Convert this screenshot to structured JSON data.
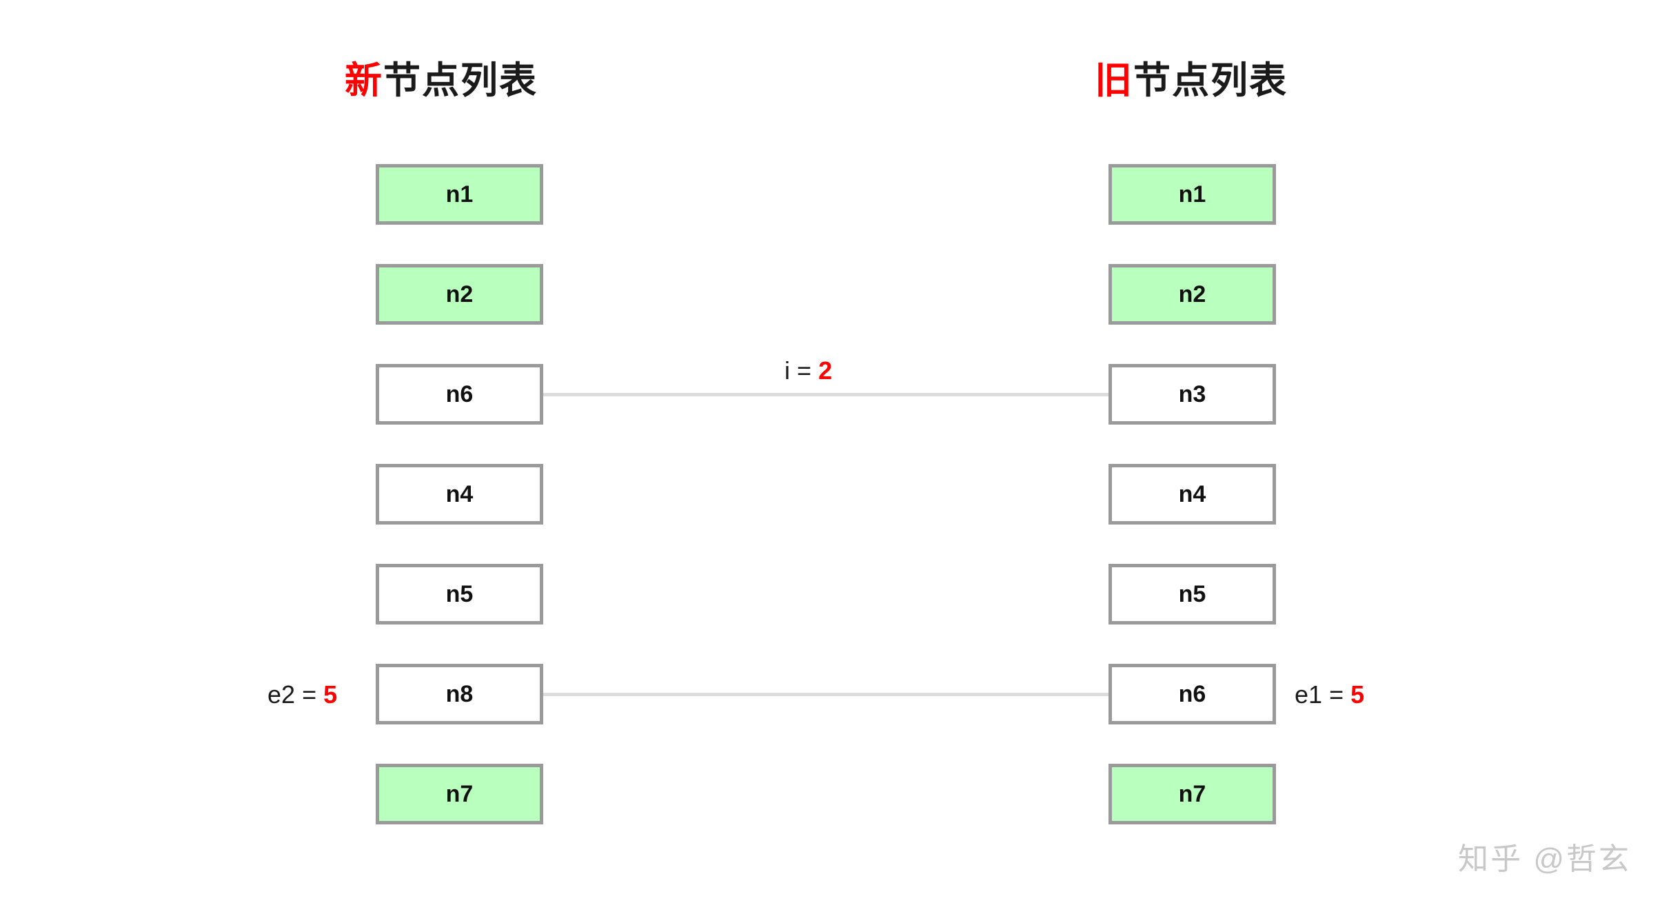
{
  "columns": {
    "new": {
      "title_highlight": "新",
      "title_rest": "节点列表",
      "nodes": [
        {
          "label": "n1",
          "state": "matched"
        },
        {
          "label": "n2",
          "state": "matched"
        },
        {
          "label": "n6",
          "state": "plain"
        },
        {
          "label": "n4",
          "state": "plain"
        },
        {
          "label": "n5",
          "state": "plain"
        },
        {
          "label": "n8",
          "state": "plain"
        },
        {
          "label": "n7",
          "state": "matched"
        }
      ]
    },
    "old": {
      "title_highlight": "旧",
      "title_rest": "节点列表",
      "nodes": [
        {
          "label": "n1",
          "state": "matched"
        },
        {
          "label": "n2",
          "state": "matched"
        },
        {
          "label": "n3",
          "state": "plain"
        },
        {
          "label": "n4",
          "state": "plain"
        },
        {
          "label": "n5",
          "state": "plain"
        },
        {
          "label": "n6",
          "state": "plain"
        },
        {
          "label": "n7",
          "state": "matched"
        }
      ]
    }
  },
  "annotations": {
    "index": {
      "name": "i",
      "equals": "=",
      "value": "2"
    },
    "end_new": {
      "name": "e2",
      "equals": "=",
      "value": "5"
    },
    "end_old": {
      "name": "e1",
      "equals": "=",
      "value": "5"
    }
  },
  "connectors": [
    {
      "id": "row-3",
      "from": "n6",
      "to": "n3"
    },
    {
      "id": "row-6",
      "from": "n8",
      "to": "n6"
    }
  ],
  "watermark": "知乎 @哲玄",
  "colors": {
    "highlight": "#ff0000",
    "node_matched_fill": "#b9ffbd",
    "node_plain_fill": "#ffffff",
    "node_border": "#9a9a9a",
    "connector": "#dcdcdc",
    "watermark": "#c8c8c8"
  }
}
